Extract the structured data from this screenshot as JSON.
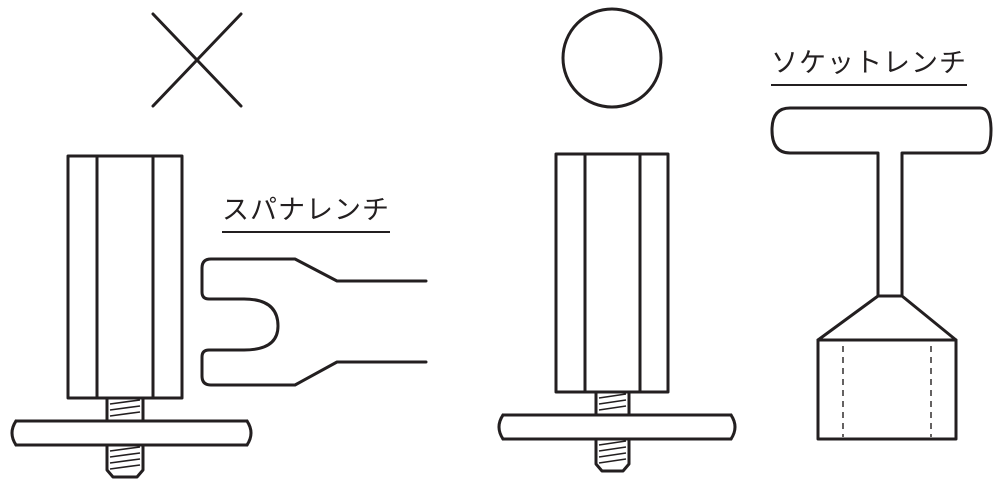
{
  "labels": {
    "spanner_wrench": "スパナレンチ",
    "socket_wrench": "ソケットレンチ"
  },
  "marks": {
    "wrong": "cross-mark",
    "correct": "circle-mark"
  },
  "colors": {
    "line": "#231f20",
    "background": "#ffffff"
  }
}
